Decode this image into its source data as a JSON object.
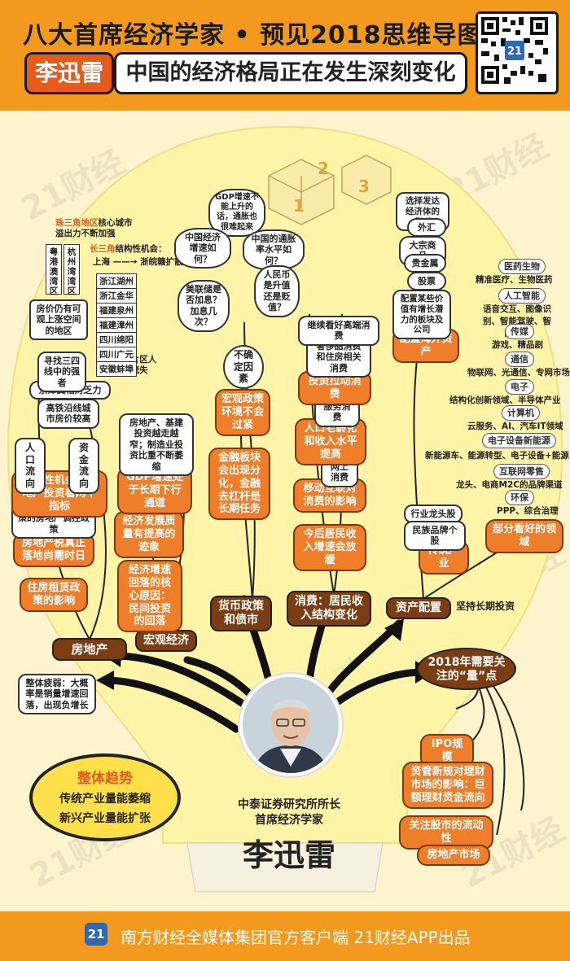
{
  "header": {
    "title": "八大首席经济学家 • 预见2018思维导图",
    "name_tag": "李迅雷",
    "headline": "中国的经济格局正在发生深刻变化",
    "qr_badge": "21"
  },
  "watermark": "21财经",
  "branches": {
    "real_estate": {
      "label": "房地产",
      "items": [
        "结构性机会：房地产投资看两个指标",
        "主要原因：一城一策的房地产调控政策",
        "房地产税真正落地尚需时日",
        "住房租赁政策的影响"
      ],
      "population_flow": "人口流向",
      "capital_flow": "资金流向",
      "notes": [
        "房价仍有可观上涨空间的地区",
        "寻找三四线中的强者",
        "京津冀相对乏力",
        "整一片区人口流失",
        "高铁沿线城市房价较高"
      ],
      "pearl_delta": "珠三角地区",
      "pearl_delta_note": "核心城市溢出力不断加强",
      "pearl_delta_cities": [
        "粤港澳湾区",
        "杭州湾湾区"
      ],
      "yangtze": "长三角",
      "yangtze_note": "结构性机会：",
      "yangtze_flow": "上海 ——→ 浙皖赣扩散",
      "yangtze_cities": [
        "浙江湖州",
        "浙江金华",
        "福建泉州",
        "福建漳州",
        "四川绵阳",
        "四川广元",
        "安徽蚌埠"
      ],
      "conclusion": "整体疲弱：大概率是销量增速回落，出现负增长"
    },
    "macro": {
      "label": "宏观经济",
      "items": [
        "房地产、基建投资越走越窄；制造业投资比重不断萎缩",
        "GDP增速处于长期下行通道",
        "经济发展质量有提高的迹象",
        "经济增速回落的核心原因：民间投资的回落"
      ]
    },
    "monetary": {
      "label": "货币政策和债市",
      "uncertain": "不确定因素",
      "questions": [
        "GDP增速不能上升的话，通胀也很难起来",
        "中国经济增速如何？",
        "中国的通胀率水平如何？",
        "人民币是升值还是贬值？",
        "美联储是否加息？加息几次？"
      ],
      "items": [
        "宏观政策环境不会过紧",
        "金融板块会出现分化，金融去杠杆是长期任务"
      ]
    },
    "consumption": {
      "label": "消费：居民收入结构变化",
      "items": [
        "继续看好高端消费",
        "奢侈品消费和住房相关消费",
        "投资拉动消费",
        "服务消费",
        "人口老龄化和收入水平提高",
        "网上消费",
        "移动互联对消费的影响",
        "今后居民收入增速会放缓"
      ]
    },
    "assets": {
      "label": "资产配置",
      "long_term": "坚持长期投资",
      "overseas": "配置海外资产",
      "overseas_items": [
        "选择发达经济体的货币",
        "外汇",
        "大宗商品",
        "贵金属",
        "股票"
      ],
      "overseas_note": "配置某些价值有增长潜力的板块及公司",
      "sector": "部分看好的领域",
      "sector_items": [
        {
          "cat": "医药生物",
          "det": "精准医疗、生物医药"
        },
        {
          "cat": "人工智能",
          "det": "语音交互、图像识别、智能驾驶、智能安防"
        },
        {
          "cat": "传媒",
          "det": "游戏、精品剧"
        },
        {
          "cat": "通信",
          "det": "物联网、光通信、专网市场"
        },
        {
          "cat": "电子",
          "det": "结构化创新领域、半导体产业"
        },
        {
          "cat": "计算机",
          "det": "云服务、AI、汽车IT领域"
        },
        {
          "cat": "电子设备新能源",
          "det": "新能源车、能源转型、电子设备+能源"
        },
        {
          "cat": "互联网零售",
          "det": "龙头、电商M2C的品牌渠道"
        },
        {
          "cat": "环保",
          "det": "PPP、综合治理"
        }
      ],
      "traditional": "传统产业",
      "traditional_items": [
        "行业龙头股",
        "民族品牌个股"
      ]
    },
    "watch": {
      "label": "2018年需要关注的“量”点",
      "items": [
        "IPO规模",
        "资管新规对理财市场的影响：巨额理财资金流向",
        "关注股市的流动性",
        "房地产市场"
      ]
    }
  },
  "overall": {
    "title": "整体趋势",
    "lines": [
      "传统产业量能萎缩",
      "新兴产业量能扩张"
    ]
  },
  "person": {
    "affiliation": "中泰证券研究所所长",
    "role": "首席经济学家",
    "name": "李迅雷"
  },
  "footer": {
    "logo": "21",
    "text": "南方财经全媒体集团官方客户端   21财经APP出品"
  },
  "colors": {
    "brand_orange": "#f39a1e",
    "node_orange": "#ef7e2a",
    "node_brown": "#7b3e14",
    "bulb_yellow": "#fff4a8"
  }
}
